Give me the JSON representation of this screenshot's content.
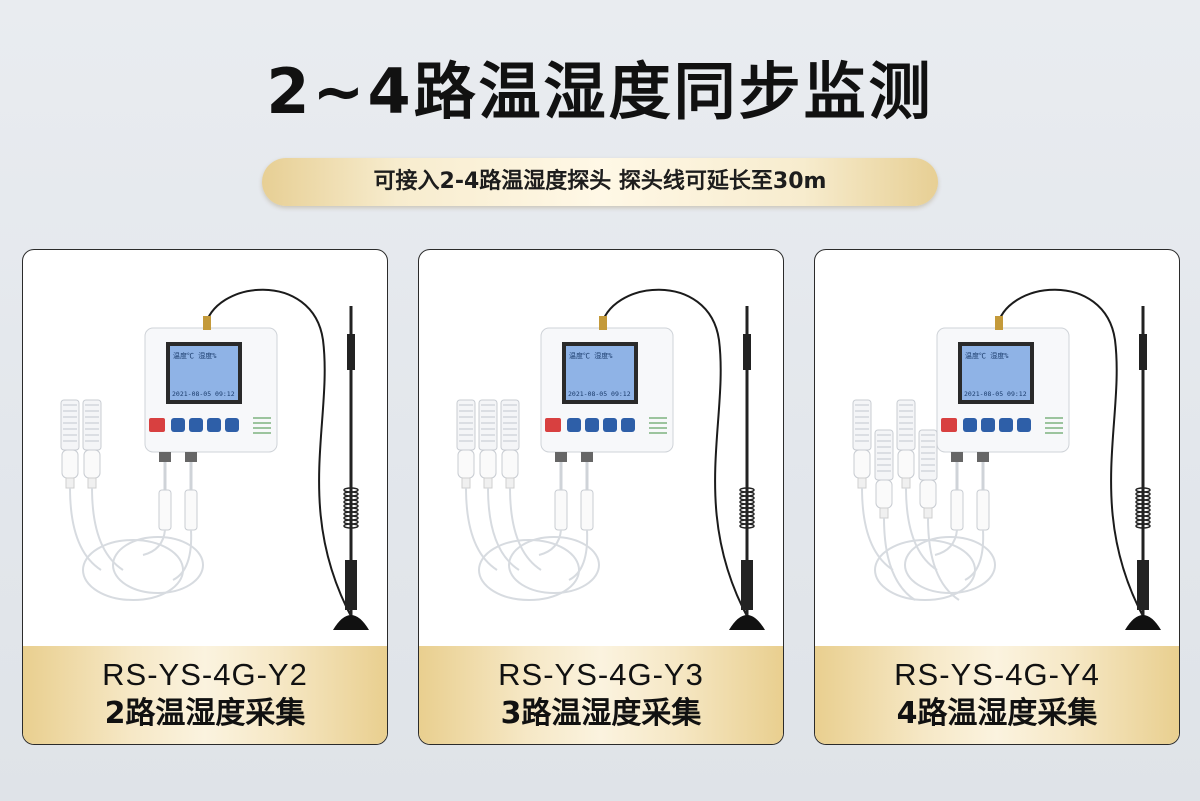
{
  "header": {
    "title": "2~4路温湿度同步监测",
    "subtitle": "可接入2-4路温湿度探头 探头线可延长至30m"
  },
  "products": [
    {
      "model": "RS-YS-4G-Y2",
      "desc": "2路温湿度采集",
      "probes": 2
    },
    {
      "model": "RS-YS-4G-Y3",
      "desc": "3路温湿度采集",
      "probes": 3
    },
    {
      "model": "RS-YS-4G-Y4",
      "desc": "4路温湿度采集",
      "probes": 4
    }
  ],
  "device_screen": {
    "line1": "温度℃  湿度%",
    "line2": "2021-08-05 09:12"
  },
  "colors": {
    "gold_light": "#fbf3df",
    "gold_dark": "#e9cf8f",
    "lcd": "#8fb3e6",
    "button": "#2e5fa8"
  }
}
